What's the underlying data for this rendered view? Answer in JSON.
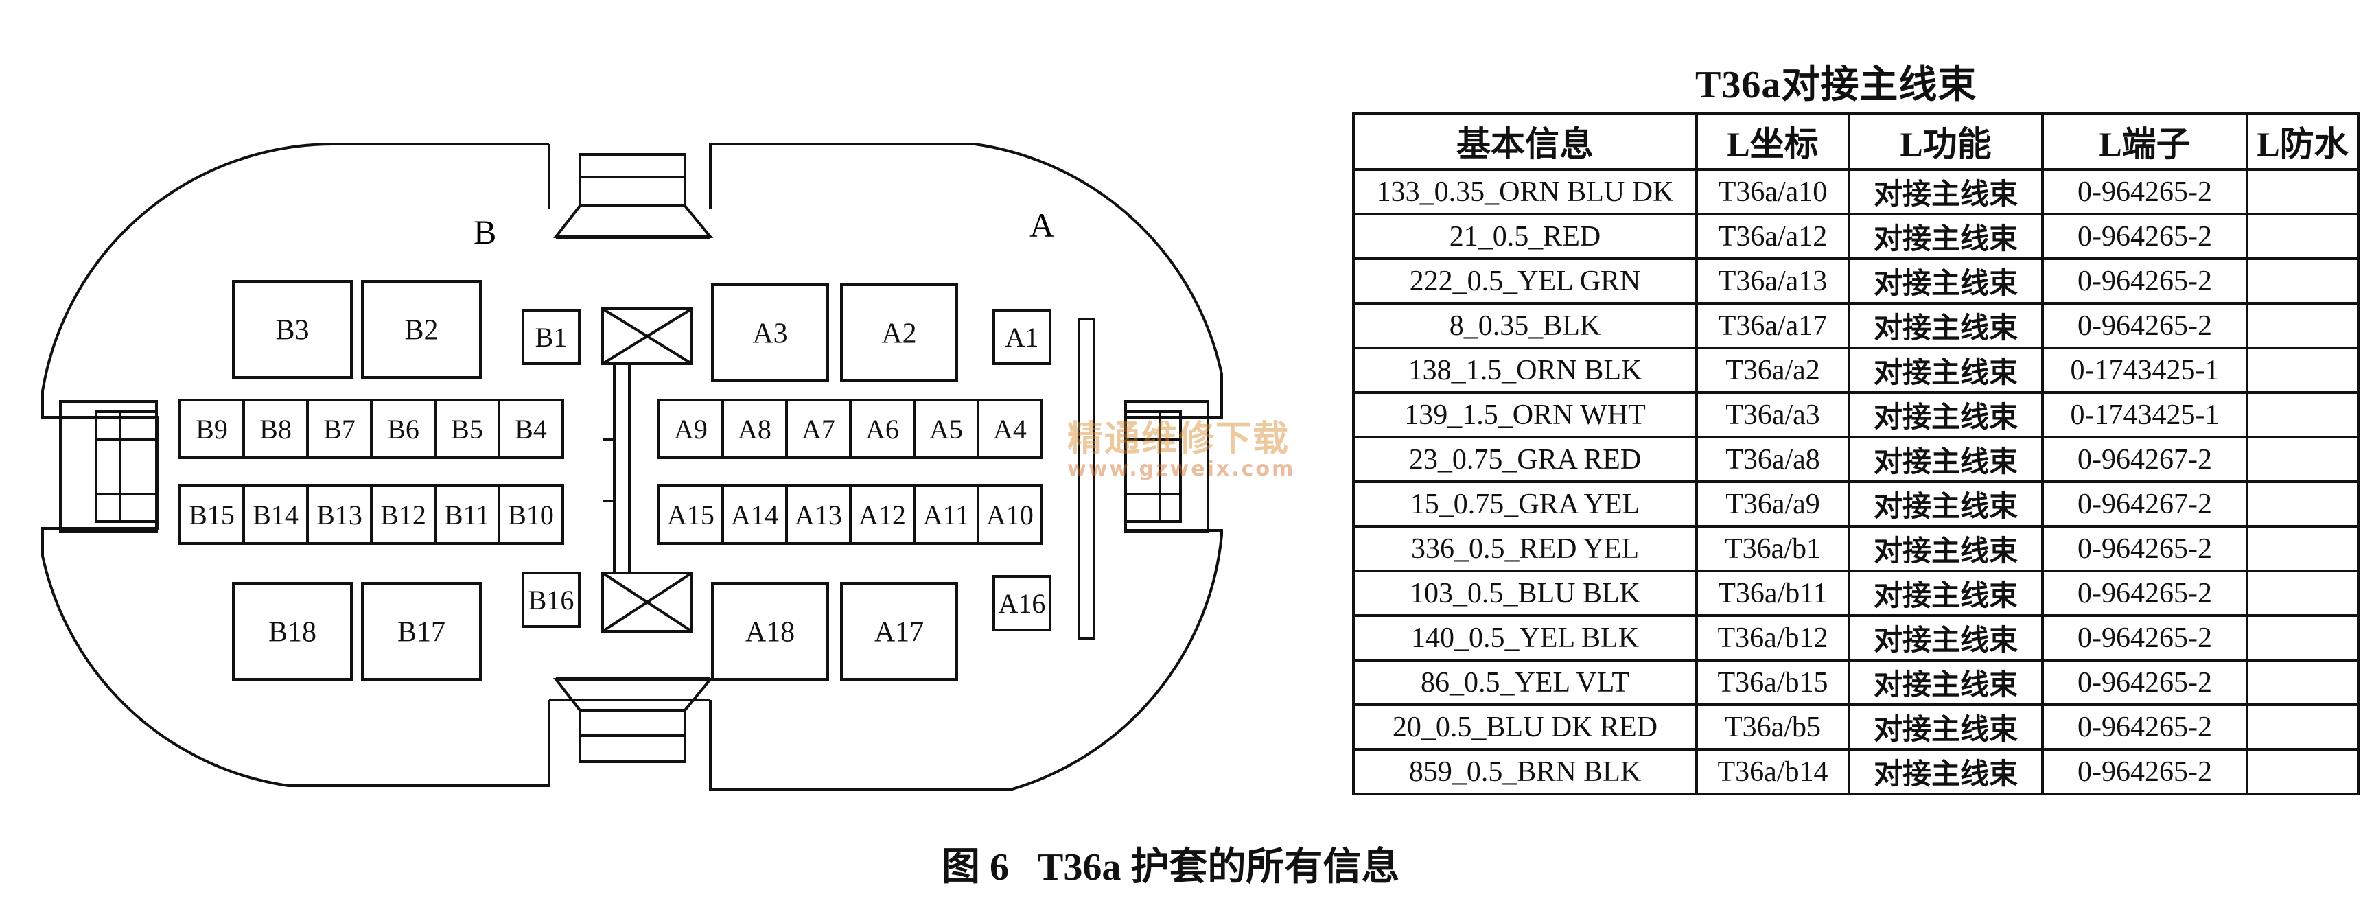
{
  "diagram": {
    "side_b_label": "B",
    "side_a_label": "A",
    "b_top_pins": [
      "B3",
      "B2"
    ],
    "b1_label": "B1",
    "b_row1": [
      "B9",
      "B8",
      "B7",
      "B6",
      "B5",
      "B4"
    ],
    "b_row2": [
      "B15",
      "B14",
      "B13",
      "B12",
      "B11",
      "B10"
    ],
    "b16_label": "B16",
    "b_bottom_pins": [
      "B18",
      "B17"
    ],
    "a_top_pins": [
      "A3",
      "A2"
    ],
    "a1_label": "A1",
    "a_row1": [
      "A9",
      "A8",
      "A7",
      "A6",
      "A5",
      "A4"
    ],
    "a_row2": [
      "A15",
      "A14",
      "A13",
      "A12",
      "A11",
      "A10"
    ],
    "a16_label": "A16",
    "a_bottom_pins": [
      "A18",
      "A17"
    ]
  },
  "table": {
    "title": "T36a对接主线束",
    "headers": [
      "基本信息",
      "L坐标",
      "L功能",
      "L端子",
      "L防水"
    ],
    "rows": [
      [
        "133_0.35_ORN BLU DK",
        "T36a/a10",
        "对接主线束",
        "0-964265-2",
        ""
      ],
      [
        "21_0.5_RED",
        "T36a/a12",
        "对接主线束",
        "0-964265-2",
        ""
      ],
      [
        "222_0.5_YEL GRN",
        "T36a/a13",
        "对接主线束",
        "0-964265-2",
        ""
      ],
      [
        "8_0.35_BLK",
        "T36a/a17",
        "对接主线束",
        "0-964265-2",
        ""
      ],
      [
        "138_1.5_ORN BLK",
        "T36a/a2",
        "对接主线束",
        "0-1743425-1",
        ""
      ],
      [
        "139_1.5_ORN WHT",
        "T36a/a3",
        "对接主线束",
        "0-1743425-1",
        ""
      ],
      [
        "23_0.75_GRA RED",
        "T36a/a8",
        "对接主线束",
        "0-964267-2",
        ""
      ],
      [
        "15_0.75_GRA YEL",
        "T36a/a9",
        "对接主线束",
        "0-964267-2",
        ""
      ],
      [
        "336_0.5_RED YEL",
        "T36a/b1",
        "对接主线束",
        "0-964265-2",
        ""
      ],
      [
        "103_0.5_BLU BLK",
        "T36a/b11",
        "对接主线束",
        "0-964265-2",
        ""
      ],
      [
        "140_0.5_YEL BLK",
        "T36a/b12",
        "对接主线束",
        "0-964265-2",
        ""
      ],
      [
        "86_0.5_YEL VLT",
        "T36a/b15",
        "对接主线束",
        "0-964265-2",
        ""
      ],
      [
        "20_0.5_BLU DK RED",
        "T36a/b5",
        "对接主线束",
        "0-964265-2",
        ""
      ],
      [
        "859_0.5_BRN BLK",
        "T36a/b14",
        "对接主线束",
        "0-964265-2",
        ""
      ]
    ]
  },
  "caption": "图 6   T36a 护套的所有信息",
  "watermark": {
    "text": "精通维修下载",
    "url": "www.gzweix.com"
  },
  "colors": {
    "line": "#111111",
    "background": "#ffffff",
    "watermark": "#d98a2f"
  }
}
